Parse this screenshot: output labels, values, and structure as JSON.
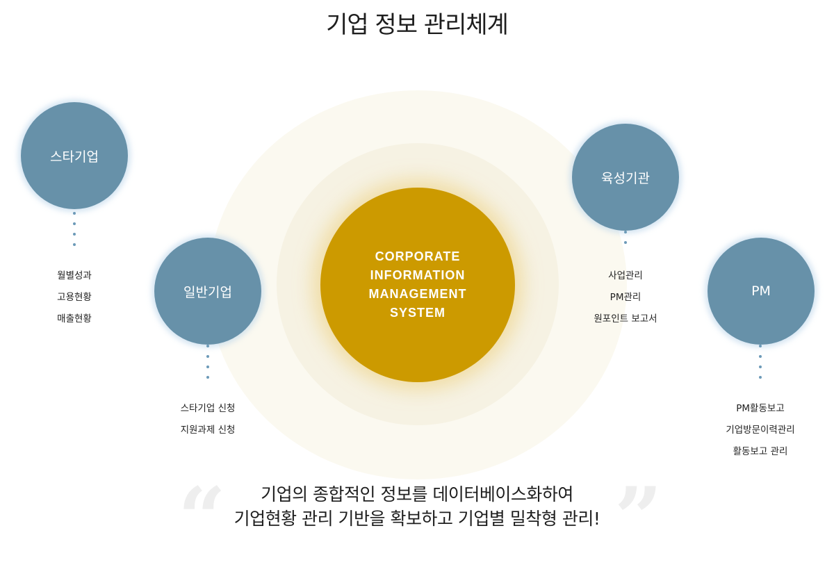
{
  "title": "기업 정보 관리체계",
  "core": {
    "lines": [
      "CORPORATE",
      "INFORMATION",
      "MANAGEMENT",
      "SYSTEM"
    ]
  },
  "nodes": [
    {
      "label": "스타기업",
      "items": [
        "월별성과",
        "고용현황",
        "매출현황"
      ]
    },
    {
      "label": "일반기업",
      "items": [
        "스타기업 신청",
        "지원과제 신청"
      ]
    },
    {
      "label": "육성기관",
      "items": [
        "사업관리",
        "PM관리",
        "원포인트 보고서"
      ]
    },
    {
      "label": "PM",
      "items": [
        "PM활동보고",
        "기업방문이력관리",
        "활동보고 관리"
      ]
    }
  ],
  "slogan": {
    "line1": "기업의 종합적인 정보를 데이터베이스화하여",
    "line2": "기업현황 관리 기반을 확보하고 기업별 밀착형 관리!",
    "open_quote": "“",
    "close_quote": "”"
  },
  "colors": {
    "node": "#6791a9",
    "core": "#cc9a00",
    "dot": "#6c9ab8"
  }
}
